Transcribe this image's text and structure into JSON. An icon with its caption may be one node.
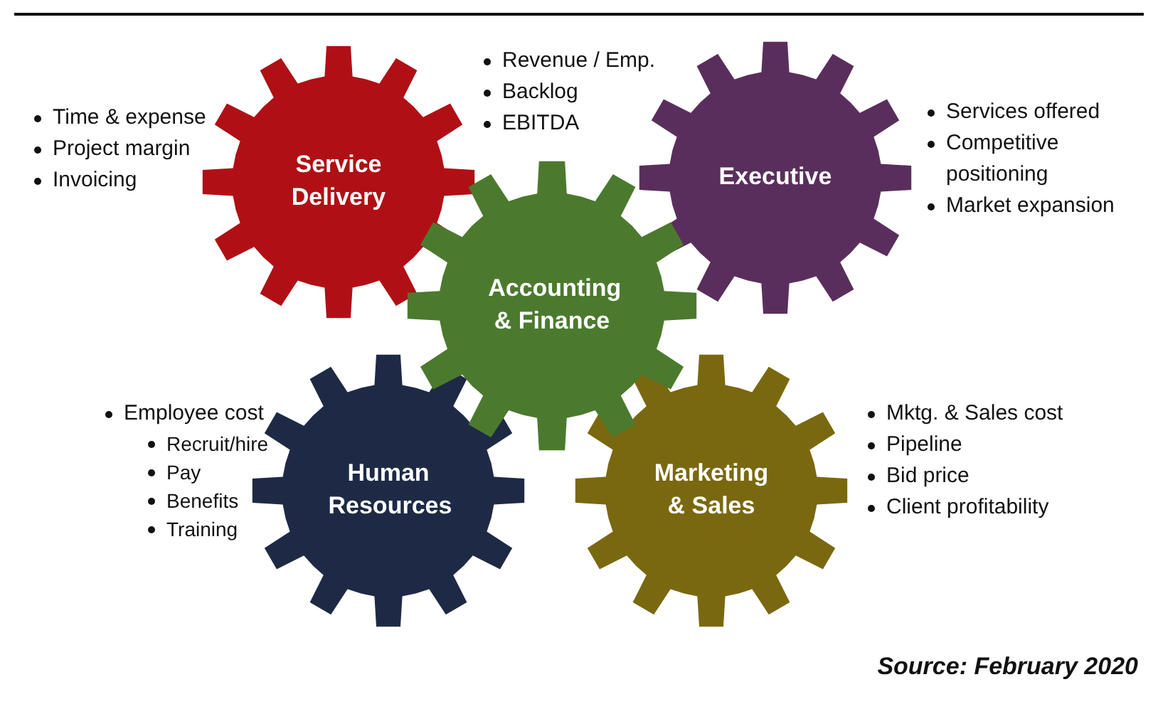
{
  "diagram": {
    "caption": "Source: February 2020",
    "nodes": [
      {
        "text": [
          "Service Delivery"
        ],
        "beside": [
          "Time & expense",
          "Project margin",
          "Invoicing"
        ]
      },
      {
        "text": [
          "Executive"
        ],
        "beside": [
          "Services offered",
          "Competitive positioning",
          "Market expansion"
        ]
      },
      {
        "text": [
          "Human Resources"
        ],
        "beside": [
          "Employee cost",
          "Recruit/hire",
          "Pay",
          "Benefits",
          "Training"
        ]
      },
      {
        "text": [
          "Marketing & Sales"
        ],
        "beside": [
          "Mktg. & Sales cost",
          "Pipeline",
          "Bid price",
          "Client profitability"
        ]
      },
      {
        "text": [
          "Accounting & Finance"
        ],
        "beside": [
          "Revenue / Emp.",
          "Backlog",
          "EBITDA"
        ]
      }
    ]
  }
}
